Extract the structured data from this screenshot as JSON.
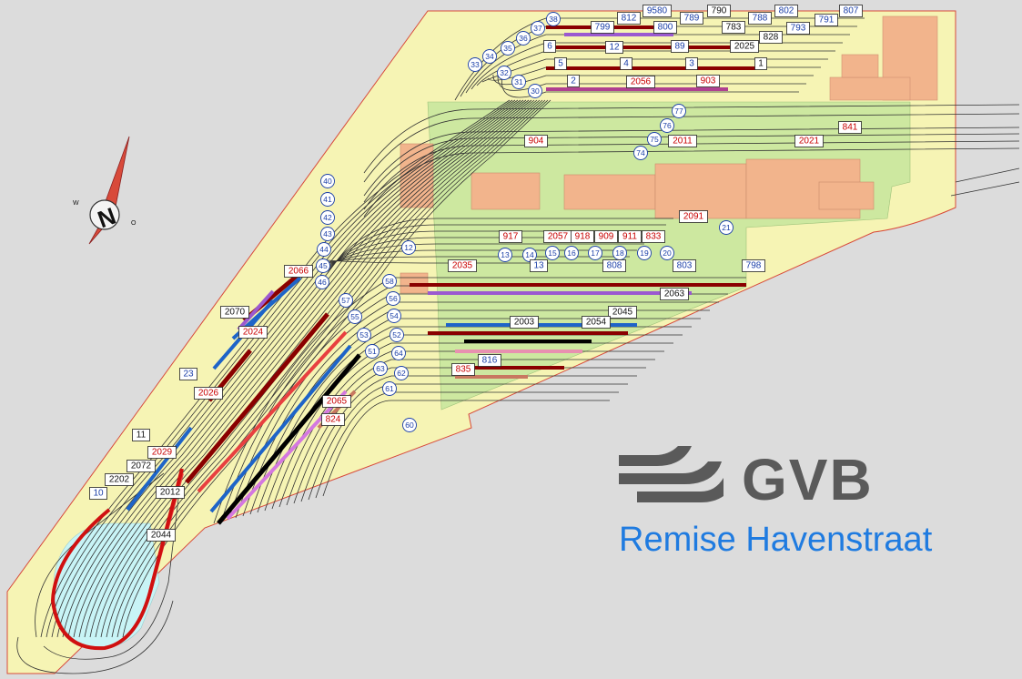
{
  "title": "Remise Havenstraat",
  "logo": {
    "text": "GVB",
    "color": "#5a5a5a"
  },
  "compass": {
    "north": "N",
    "west": "W",
    "east": "O"
  },
  "colors": {
    "background": "#dcdcdc",
    "site": "#f6f4b4",
    "lawn": "#cde8a0",
    "building": "#f2b48c",
    "water": "#c8f4f6",
    "accent_text": "#1f7be0",
    "label_red": "#c80000",
    "label_blue": "#1b3fa8"
  },
  "labels": [
    {
      "text": "38",
      "shape": "circle"
    },
    {
      "text": "37",
      "shape": "circle"
    },
    {
      "text": "36",
      "shape": "circle"
    },
    {
      "text": "35",
      "shape": "circle"
    },
    {
      "text": "34",
      "shape": "circle"
    },
    {
      "text": "33",
      "shape": "circle"
    },
    {
      "text": "32",
      "shape": "circle"
    },
    {
      "text": "31",
      "shape": "circle"
    },
    {
      "text": "30",
      "shape": "circle"
    },
    {
      "text": "812",
      "color": "blue"
    },
    {
      "text": "9580",
      "color": "blue"
    },
    {
      "text": "790",
      "color": "black"
    },
    {
      "text": "802",
      "color": "blue"
    },
    {
      "text": "807",
      "color": "blue"
    },
    {
      "text": "799",
      "color": "blue"
    },
    {
      "text": "800",
      "color": "blue"
    },
    {
      "text": "789",
      "color": "blue"
    },
    {
      "text": "783",
      "color": "black"
    },
    {
      "text": "788",
      "color": "blue"
    },
    {
      "text": "791",
      "color": "blue"
    },
    {
      "text": "793",
      "color": "blue"
    },
    {
      "text": "828",
      "color": "black"
    },
    {
      "text": "6",
      "color": "blue"
    },
    {
      "text": "12",
      "color": "blue"
    },
    {
      "text": "89",
      "color": "blue"
    },
    {
      "text": "2025",
      "color": "black"
    },
    {
      "text": "5",
      "color": "blue"
    },
    {
      "text": "4",
      "color": "blue"
    },
    {
      "text": "3",
      "color": "blue"
    },
    {
      "text": "1",
      "color": "black"
    },
    {
      "text": "2",
      "color": "blue"
    },
    {
      "text": "2056",
      "color": "red"
    },
    {
      "text": "903",
      "color": "red"
    },
    {
      "text": "77",
      "shape": "circle"
    },
    {
      "text": "76",
      "shape": "circle"
    },
    {
      "text": "75",
      "shape": "circle"
    },
    {
      "text": "74",
      "shape": "circle"
    },
    {
      "text": "904",
      "color": "red"
    },
    {
      "text": "2011",
      "color": "red"
    },
    {
      "text": "2021",
      "color": "red"
    },
    {
      "text": "841",
      "color": "red"
    },
    {
      "text": "40",
      "shape": "circle"
    },
    {
      "text": "41",
      "shape": "circle"
    },
    {
      "text": "42",
      "shape": "circle"
    },
    {
      "text": "43",
      "shape": "circle"
    },
    {
      "text": "44",
      "shape": "circle"
    },
    {
      "text": "45",
      "shape": "circle"
    },
    {
      "text": "46",
      "shape": "circle"
    },
    {
      "text": "2066",
      "color": "red"
    },
    {
      "text": "2091",
      "color": "red"
    },
    {
      "text": "21",
      "shape": "circle"
    },
    {
      "text": "12",
      "shape": "circle"
    },
    {
      "text": "917",
      "color": "red"
    },
    {
      "text": "2057",
      "color": "red"
    },
    {
      "text": "918",
      "color": "red"
    },
    {
      "text": "909",
      "color": "red"
    },
    {
      "text": "911",
      "color": "red"
    },
    {
      "text": "833",
      "color": "red"
    },
    {
      "text": "13",
      "shape": "circle"
    },
    {
      "text": "14",
      "shape": "circle"
    },
    {
      "text": "15",
      "shape": "circle"
    },
    {
      "text": "16",
      "shape": "circle"
    },
    {
      "text": "17",
      "shape": "circle"
    },
    {
      "text": "18",
      "shape": "circle"
    },
    {
      "text": "19",
      "shape": "circle"
    },
    {
      "text": "20",
      "shape": "circle"
    },
    {
      "text": "2035",
      "color": "red"
    },
    {
      "text": "13",
      "color": "blue"
    },
    {
      "text": "808",
      "color": "blue"
    },
    {
      "text": "803",
      "color": "blue"
    },
    {
      "text": "798",
      "color": "blue"
    },
    {
      "text": "58",
      "shape": "circle"
    },
    {
      "text": "57",
      "shape": "circle"
    },
    {
      "text": "56",
      "shape": "circle"
    },
    {
      "text": "2063",
      "color": "black"
    },
    {
      "text": "2070",
      "color": "black"
    },
    {
      "text": "55",
      "shape": "circle"
    },
    {
      "text": "54",
      "shape": "circle"
    },
    {
      "text": "2045",
      "color": "black"
    },
    {
      "text": "2003",
      "color": "black"
    },
    {
      "text": "2054",
      "color": "black"
    },
    {
      "text": "2024",
      "color": "red"
    },
    {
      "text": "53",
      "shape": "circle"
    },
    {
      "text": "52",
      "shape": "circle"
    },
    {
      "text": "51",
      "shape": "circle"
    },
    {
      "text": "64",
      "shape": "circle"
    },
    {
      "text": "816",
      "color": "blue"
    },
    {
      "text": "63",
      "shape": "circle"
    },
    {
      "text": "62",
      "shape": "circle"
    },
    {
      "text": "835",
      "color": "red"
    },
    {
      "text": "23",
      "color": "blue"
    },
    {
      "text": "2026",
      "color": "red"
    },
    {
      "text": "61",
      "shape": "circle"
    },
    {
      "text": "2065",
      "color": "red"
    },
    {
      "text": "824",
      "color": "red"
    },
    {
      "text": "60",
      "shape": "circle"
    },
    {
      "text": "11",
      "color": "black"
    },
    {
      "text": "2029",
      "color": "red"
    },
    {
      "text": "2072",
      "color": "black"
    },
    {
      "text": "2202",
      "color": "black"
    },
    {
      "text": "10",
      "color": "blue"
    },
    {
      "text": "2012",
      "color": "black"
    },
    {
      "text": "2044",
      "color": "black"
    }
  ]
}
